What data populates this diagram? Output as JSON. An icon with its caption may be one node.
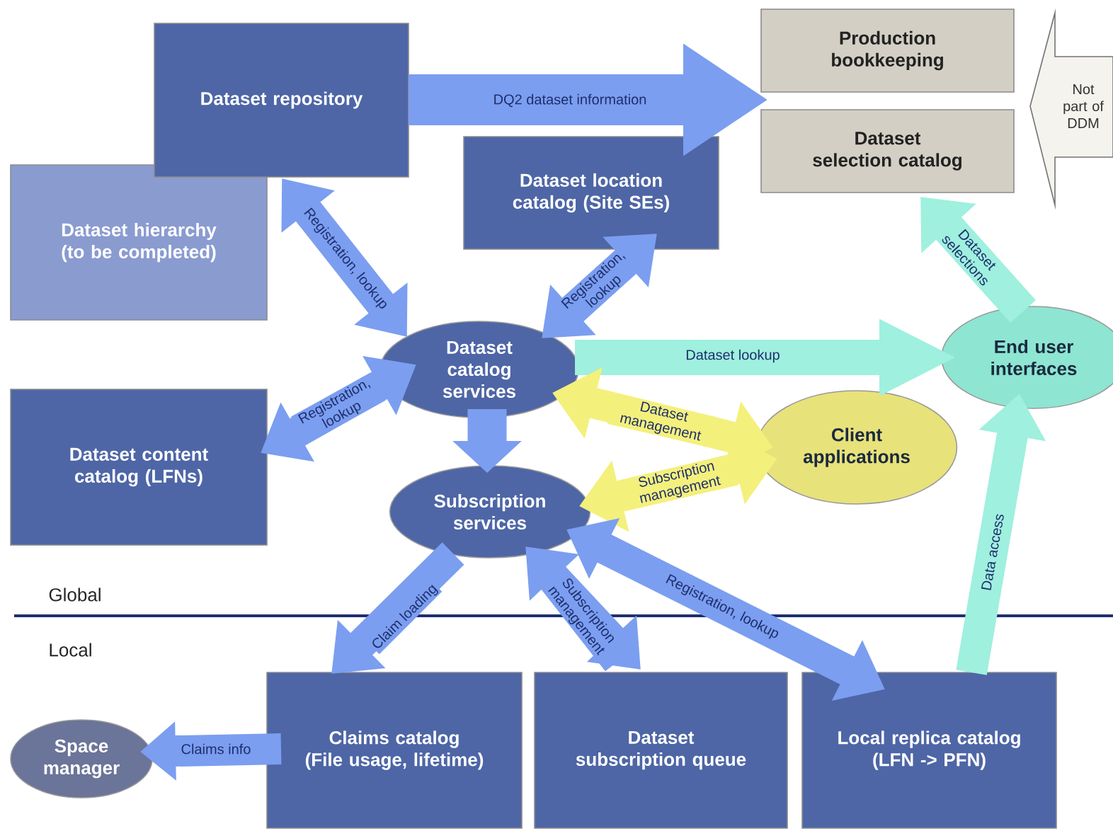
{
  "diagram": {
    "nodes": [
      {
        "text": [
          "Dataset repository"
        ]
      },
      {
        "text": [
          "Dataset hierarchy",
          "(to be completed)"
        ]
      },
      {
        "text": [
          "Production bookkeeping"
        ]
      },
      {
        "text": [
          "Dataset selection catalog"
        ]
      },
      {
        "text": [
          "Not part of DDM"
        ]
      },
      {
        "text": [
          "Dataset location catalog (Site SEs)"
        ]
      },
      {
        "text": [
          "Dataset catalog services"
        ]
      },
      {
        "text": [
          "End user interfaces"
        ]
      },
      {
        "text": [
          "Dataset content catalog (LFNs)"
        ]
      },
      {
        "text": [
          "Client applications"
        ]
      },
      {
        "text": [
          "Subscription services"
        ]
      },
      {
        "text": [
          "Space manager"
        ]
      },
      {
        "text": [
          "Claims catalog",
          "(File usage, lifetime)"
        ]
      },
      {
        "text": [
          "Dataset subscription queue"
        ]
      },
      {
        "text": [
          "Local replica catalog",
          "(LFN -> PFN)"
        ]
      }
    ],
    "edges": [
      {
        "from": 0,
        "to": 3,
        "arrow": "to",
        "label": "DQ2 dataset information"
      },
      {
        "from": 0,
        "to": 6,
        "arrow": "both",
        "label": "Registration, lookup"
      },
      {
        "from": 5,
        "to": 6,
        "arrow": "both",
        "label": "Registration, lookup"
      },
      {
        "from": 8,
        "to": 6,
        "arrow": "both",
        "label": "Registration, lookup"
      },
      {
        "from": 6,
        "to": 7,
        "arrow": "to",
        "label": "Dataset lookup",
        "color": "#9ff0de"
      },
      {
        "from": 7,
        "to": 3,
        "arrow": "to",
        "label": "Dataset selections",
        "color": "#9ff0de"
      },
      {
        "from": 6,
        "to": 9,
        "arrow": "both",
        "label": "Dataset management",
        "color": "#f4f07c"
      },
      {
        "from": 6,
        "to": 10,
        "arrow": "to"
      },
      {
        "from": 10,
        "to": 9,
        "arrow": "both",
        "label": "Subscription management",
        "color": "#f4f07c"
      },
      {
        "from": 10,
        "to": 12,
        "arrow": "to",
        "label": "Claim loading"
      },
      {
        "from": 10,
        "to": 13,
        "arrow": "both",
        "label": "Subscription management"
      },
      {
        "from": 10,
        "to": 14,
        "arrow": "both",
        "label": "Registration, lookup"
      },
      {
        "from": 14,
        "to": 7,
        "arrow": "to",
        "label": "Data access",
        "color": "#9ff0de"
      },
      {
        "from": 12,
        "to": 11,
        "arrow": "to",
        "label": "Claims info"
      }
    ],
    "labels": [
      "Global",
      "Local"
    ]
  }
}
